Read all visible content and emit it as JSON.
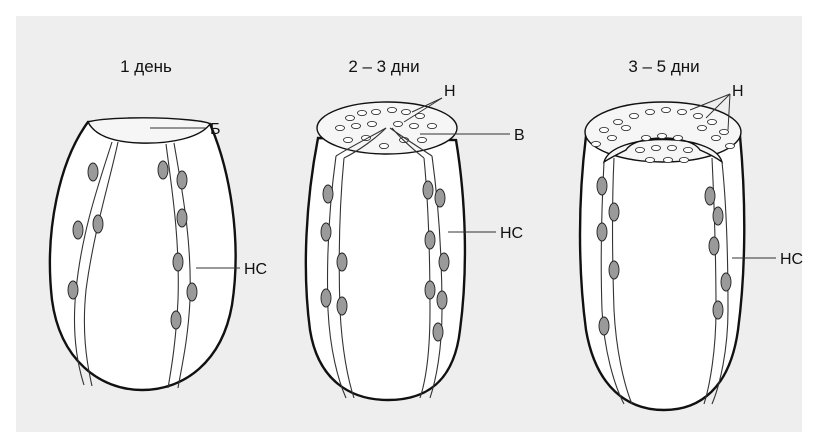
{
  "stages": [
    {
      "title": "1 день",
      "labels": {
        "top": "Б",
        "nerve": "НС"
      }
    },
    {
      "title": "2 – 3 дни",
      "labels": {
        "cells": "Н",
        "fibers": "В",
        "nerve": "НС"
      }
    },
    {
      "title": "3 – 5 дни",
      "labels": {
        "cells": "Н",
        "nerve": "НС"
      }
    }
  ]
}
